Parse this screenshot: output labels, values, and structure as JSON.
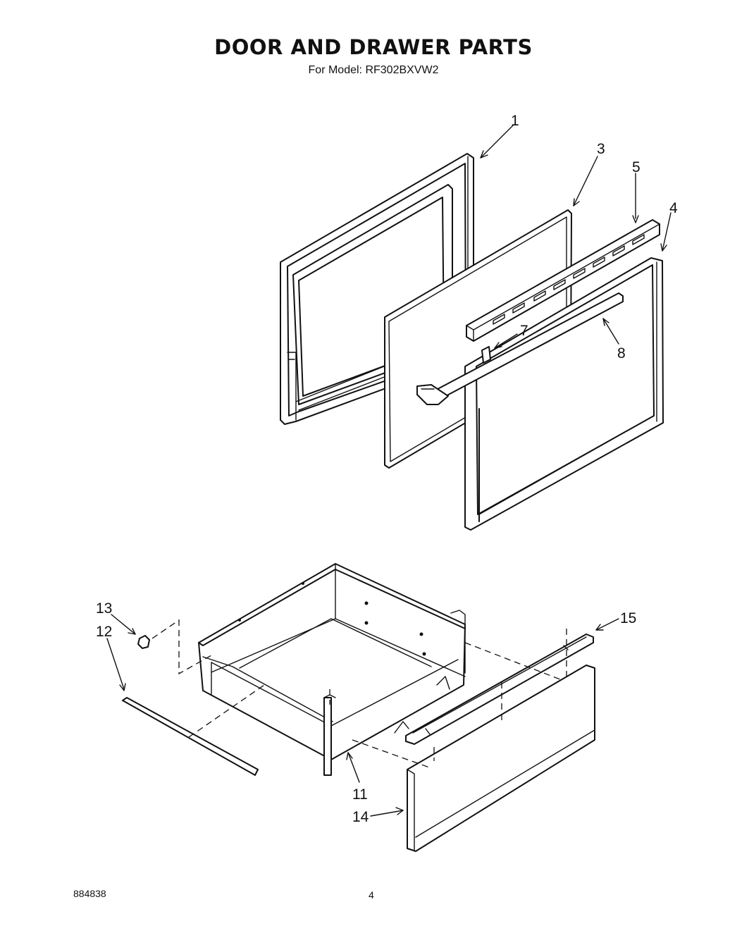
{
  "header": {
    "title": "DOOR AND DRAWER PARTS",
    "model_label": "For Model:",
    "model_number": "RF302BXVW2"
  },
  "callouts": {
    "c1": "1",
    "c3": "3",
    "c4": "4",
    "c5": "5",
    "c7": "7",
    "c8": "8",
    "c11": "11",
    "c12": "12",
    "c13": "13",
    "c14": "14",
    "c15": "15"
  },
  "footer": {
    "doc_number": "884838",
    "page_number": "4"
  }
}
